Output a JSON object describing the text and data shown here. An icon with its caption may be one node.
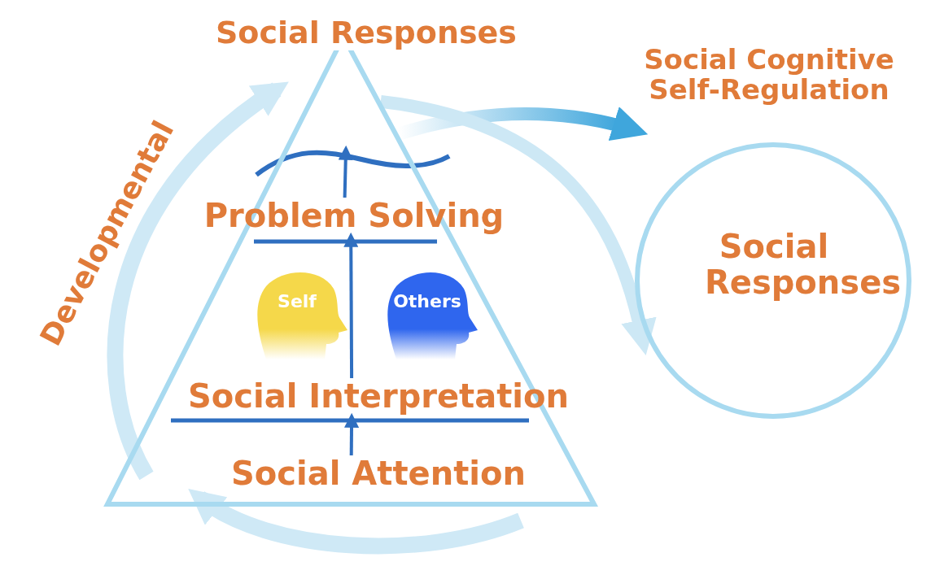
{
  "diagram": {
    "nodes": [
      {
        "text": [
          "Social Responses"
        ]
      },
      {
        "text": [
          "Problem Solving"
        ],
        "in": 0
      },
      {
        "text": [
          "Self"
        ],
        "in": 0
      },
      {
        "text": [
          "Others"
        ],
        "in": 0
      },
      {
        "text": [
          "Social Interpretation"
        ],
        "in": 0
      },
      {
        "text": [
          "Social Attention"
        ],
        "in": 0
      },
      {
        "text": [
          "Social Responses"
        ]
      },
      {
        "text": [
          "Social Cognitive Self-Regulation"
        ]
      }
    ],
    "edges": [
      {
        "from": 5,
        "to": 4,
        "arrow": "to"
      },
      {
        "from": 4,
        "to": 1,
        "arrow": "to"
      },
      {
        "from": 1,
        "to": null,
        "arrow": "to"
      },
      {
        "from": 0,
        "to": 7,
        "arrow": "to",
        "style": "thick",
        "color": "#3fa6dc"
      },
      {
        "from": 0,
        "to": 6,
        "arrow": "to",
        "style": "thick",
        "color": "#cde8f5"
      }
    ],
    "labels": [
      "Developmental"
    ]
  }
}
